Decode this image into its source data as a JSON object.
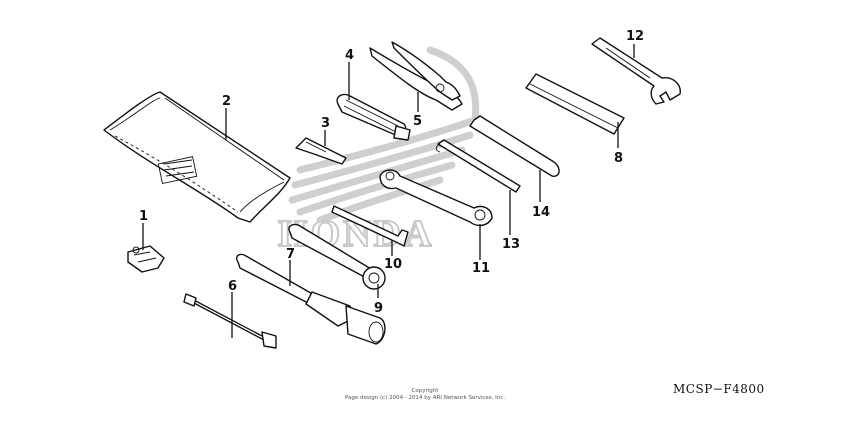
{
  "diagram": {
    "watermark_text": "HONDA",
    "callouts": [
      "1",
      "2",
      "3",
      "4",
      "5",
      "6",
      "7",
      "8",
      "9",
      "10",
      "11",
      "12",
      "13",
      "14"
    ],
    "copyright_line1": "Copyright",
    "copyright_line2": "Page design (c) 2004 - 2014 by ARI Network Services, Inc.",
    "part_code": "MCSP−F4800",
    "colors": {
      "line": "#111111",
      "watermark": "#cccccc",
      "background": "#ffffff"
    }
  }
}
